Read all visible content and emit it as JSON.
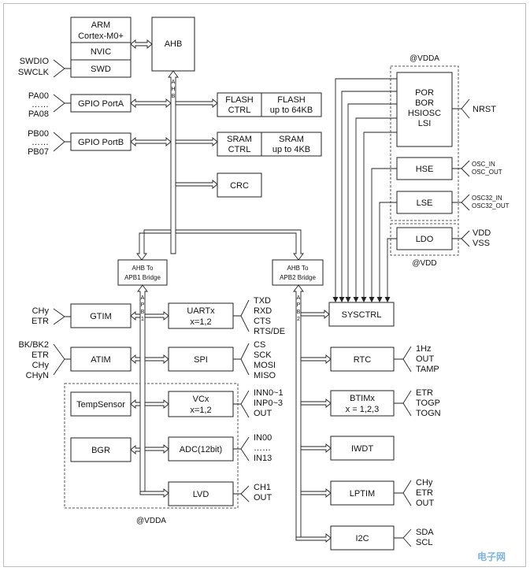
{
  "blocks": {
    "arm": "ARM",
    "cortex": "Cortex-M0+",
    "nvic": "NVIC",
    "swd": "SWD",
    "ahb": "AHB",
    "ahb_bus_letters": [
      "A",
      "H",
      "B"
    ],
    "gpio_a": "GPIO PortA",
    "gpio_b": "GPIO PortB",
    "flash_ctrl": [
      "FLASH",
      "CTRL"
    ],
    "flash_mem": [
      "FLASH",
      "up to 64KB"
    ],
    "sram_ctrl": [
      "SRAM",
      "CTRL"
    ],
    "sram_mem": [
      "SRAM",
      "up to 4KB"
    ],
    "crc": "CRC",
    "por_group": [
      "POR",
      "BOR",
      "HSIOSC",
      "LSI"
    ],
    "hse": "HSE",
    "lse": "LSE",
    "ldo": "LDO",
    "apb1_bridge": [
      "AHB To",
      "APB1 Bridge"
    ],
    "apb2_bridge": [
      "AHB To",
      "APB2 Bridge"
    ],
    "apb1_letters": [
      "A",
      "P",
      "B",
      "1"
    ],
    "apb2_letters": [
      "A",
      "P",
      "B",
      "2"
    ],
    "sysctrl": "SYSCTRL",
    "gtim": "GTIM",
    "atim": "ATIM",
    "tempsensor": "TempSensor",
    "bgr": "BGR",
    "uartx": [
      "UARTx",
      "x=1,2"
    ],
    "spi": "SPI",
    "vcx": [
      "VCx",
      "x=1,2"
    ],
    "adc": "ADC(12bit)",
    "lvd": "LVD",
    "rtc": "RTC",
    "btimx": [
      "BTIMx",
      "x = 1,2,3"
    ],
    "iwdt": "IWDT",
    "lptim": "LPTIM",
    "i2c": "I2C"
  },
  "labels": {
    "vdda_top": "@VDDA",
    "vdd": "@VDD",
    "vdda_bottom": "@VDDA",
    "swd_pins": [
      "SWDIO",
      "SWCLK"
    ],
    "pa_pins": [
      "PA00",
      "……",
      "PA08"
    ],
    "pb_pins": [
      "PB00",
      "……",
      "PB07"
    ],
    "nrst": "NRST",
    "hse_pins": [
      "OSC_IN",
      "OSC_OUT"
    ],
    "lse_pins": [
      "OSC32_IN",
      "OSC32_OUT"
    ],
    "ldo_pins": [
      "VDD",
      "VSS"
    ],
    "gtim_pins": [
      "CHy",
      "ETR"
    ],
    "atim_pins": [
      "BK/BK2",
      "ETR",
      "CHy",
      "CHyN"
    ],
    "uart_pins": [
      "TXD",
      "RXD",
      "CTS",
      "RTS/DE"
    ],
    "spi_pins": [
      "CS",
      "SCK",
      "MOSI",
      "MISO"
    ],
    "vc_pins": [
      "INN0~1",
      "INP0~3",
      "OUT"
    ],
    "adc_pins": [
      "IN00",
      "……",
      "IN13"
    ],
    "lvd_pins": [
      "CH1",
      "OUT"
    ],
    "rtc_pins": [
      "1Hz",
      "OUT",
      "TAMP"
    ],
    "btim_pins": [
      "ETR",
      "TOGP",
      "TOGN"
    ],
    "lptim_pins": [
      "CHy",
      "ETR",
      "OUT"
    ],
    "i2c_pins": [
      "SDA",
      "SCL"
    ]
  },
  "watermark": "电子网"
}
